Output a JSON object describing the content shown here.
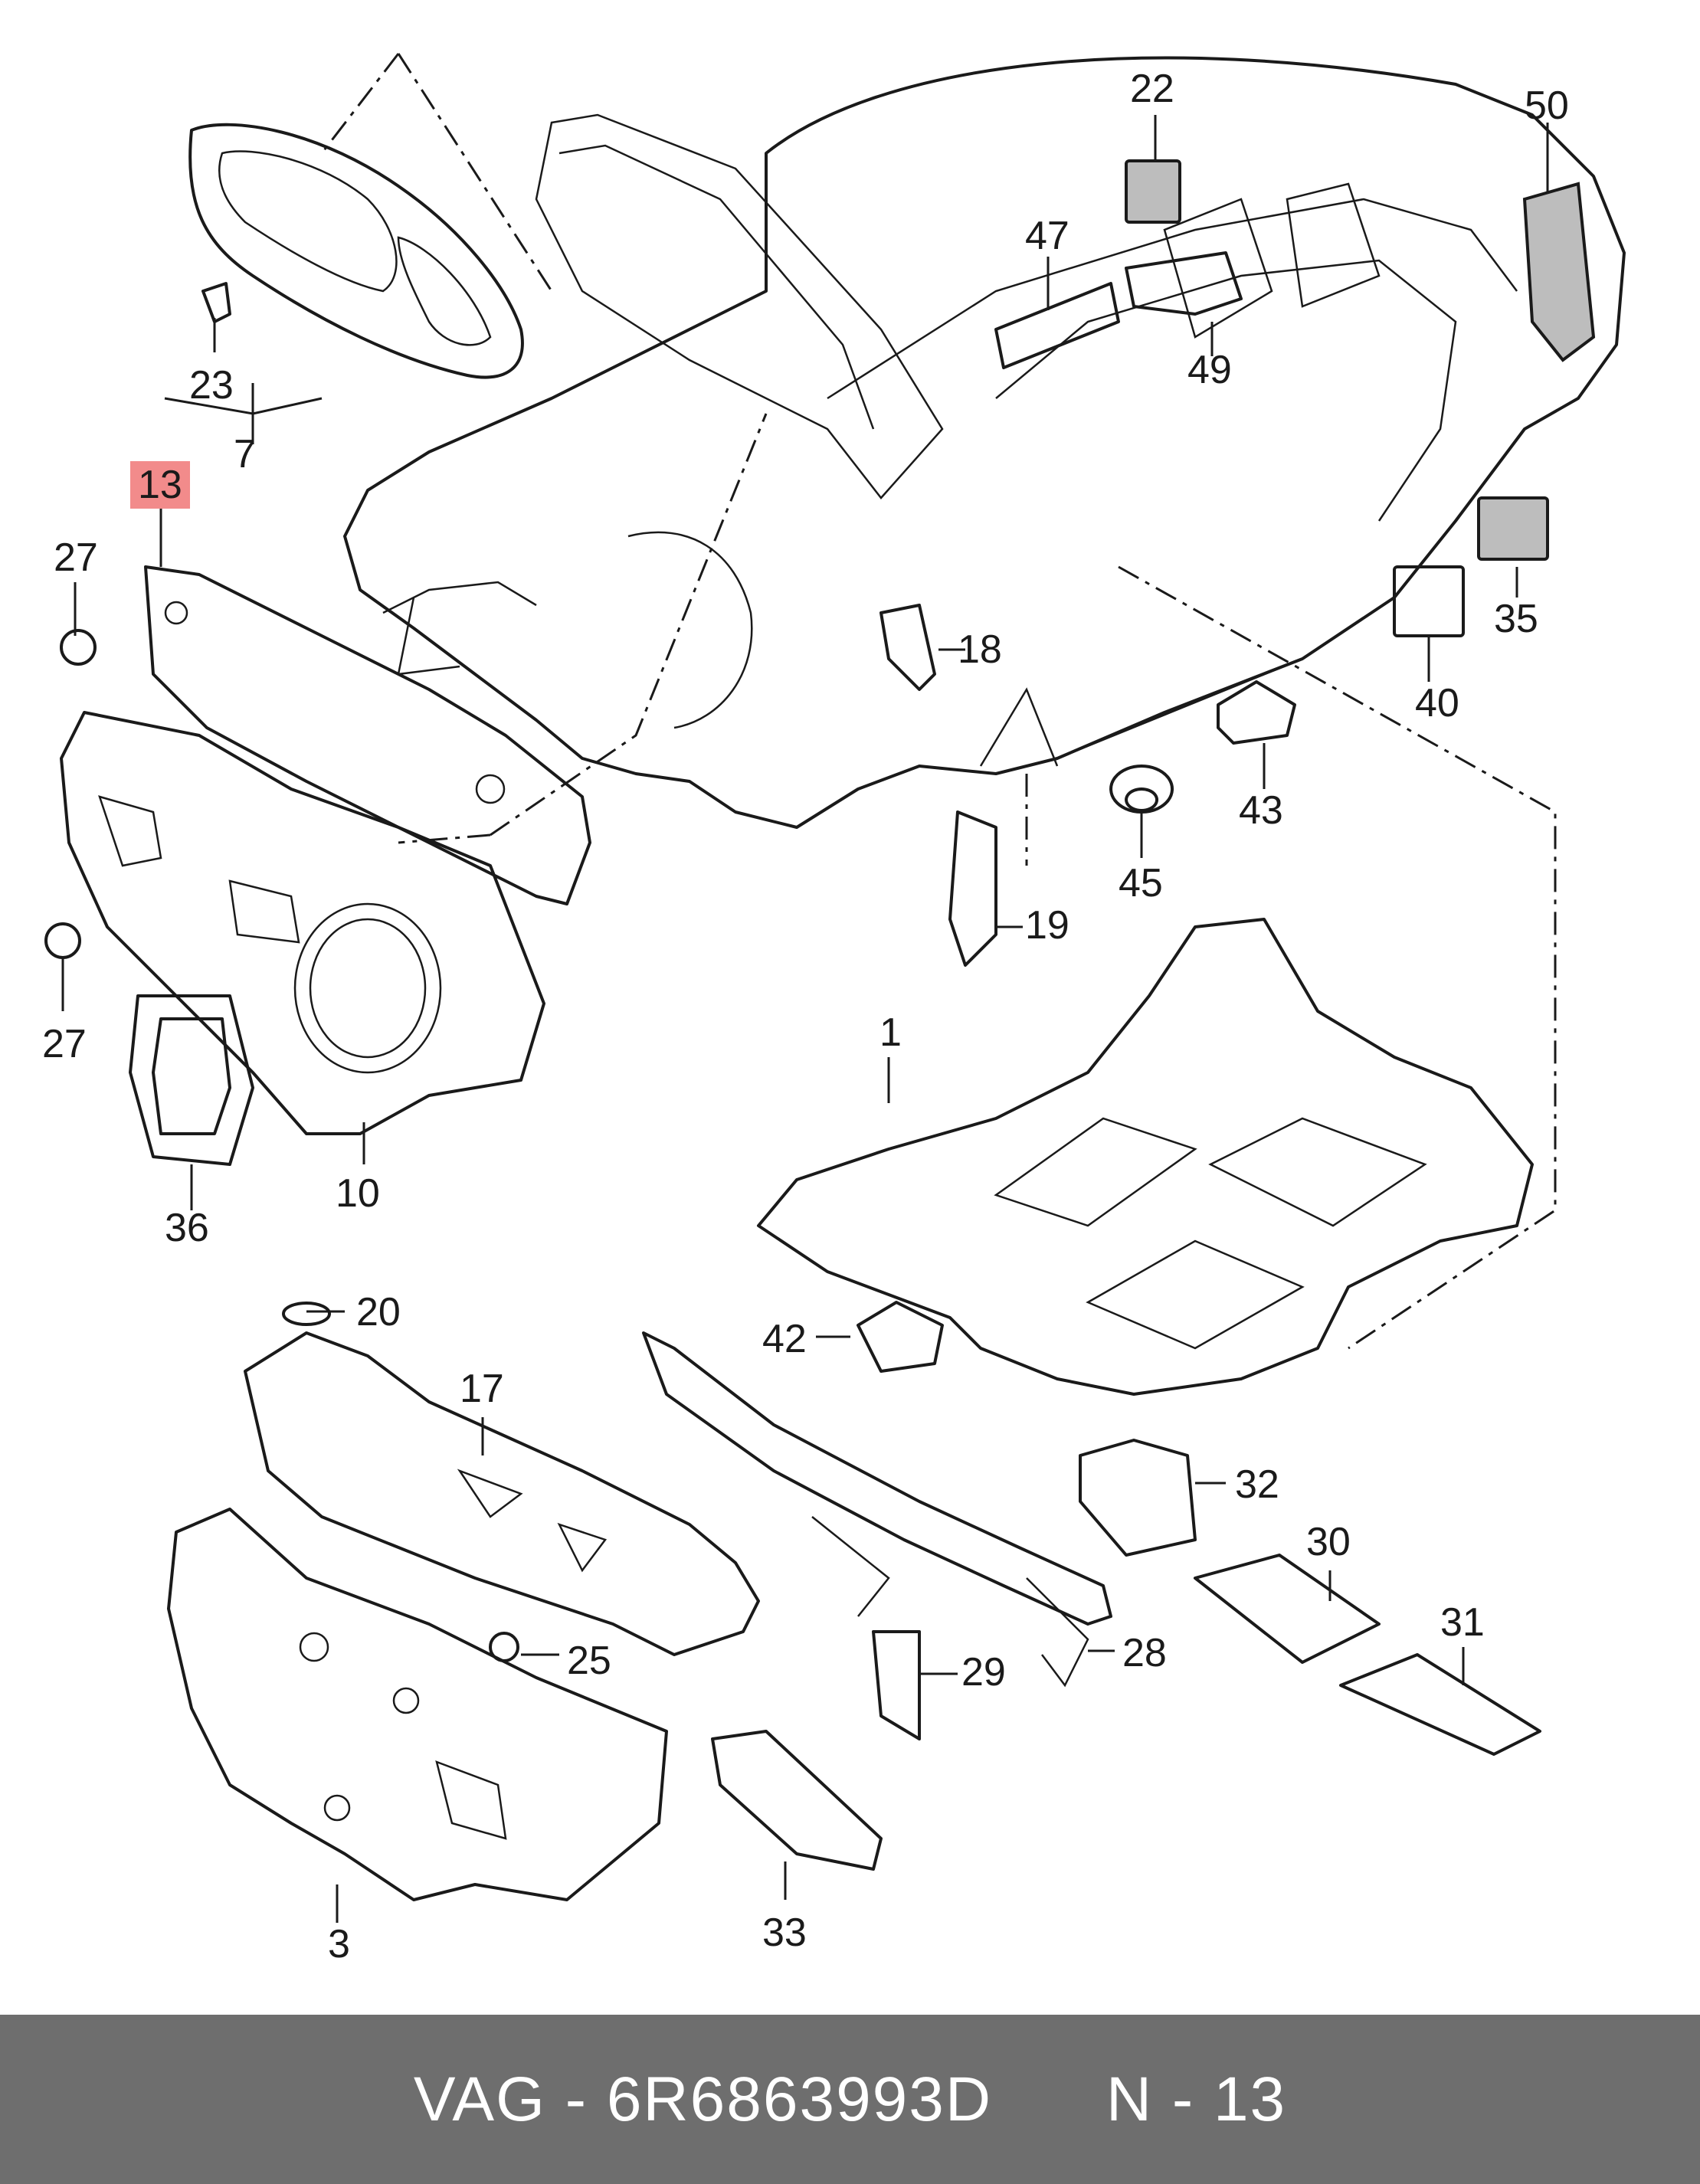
{
  "highlight_color": "#f28b8b",
  "footer_color": "#6e6e6e",
  "labels": {
    "p1": "1",
    "p3": "3",
    "p7": "7",
    "p10": "10",
    "p13": "13",
    "p17": "17",
    "p18": "18",
    "p19": "19",
    "p20": "20",
    "p22": "22",
    "p23": "23",
    "p25": "25",
    "p27a": "27",
    "p27b": "27",
    "p28": "28",
    "p29": "29",
    "p30": "30",
    "p31": "31",
    "p32": "32",
    "p33": "33",
    "p35": "35",
    "p36": "36",
    "p40": "40",
    "p42": "42",
    "p43": "43",
    "p45": "45",
    "p47": "47",
    "p49": "49",
    "p50": "50"
  },
  "footer": {
    "brand": "VAG",
    "separator": "-",
    "part_number": "6R6863993D",
    "position_prefix": "N",
    "position_separator": "-",
    "position": "13"
  }
}
